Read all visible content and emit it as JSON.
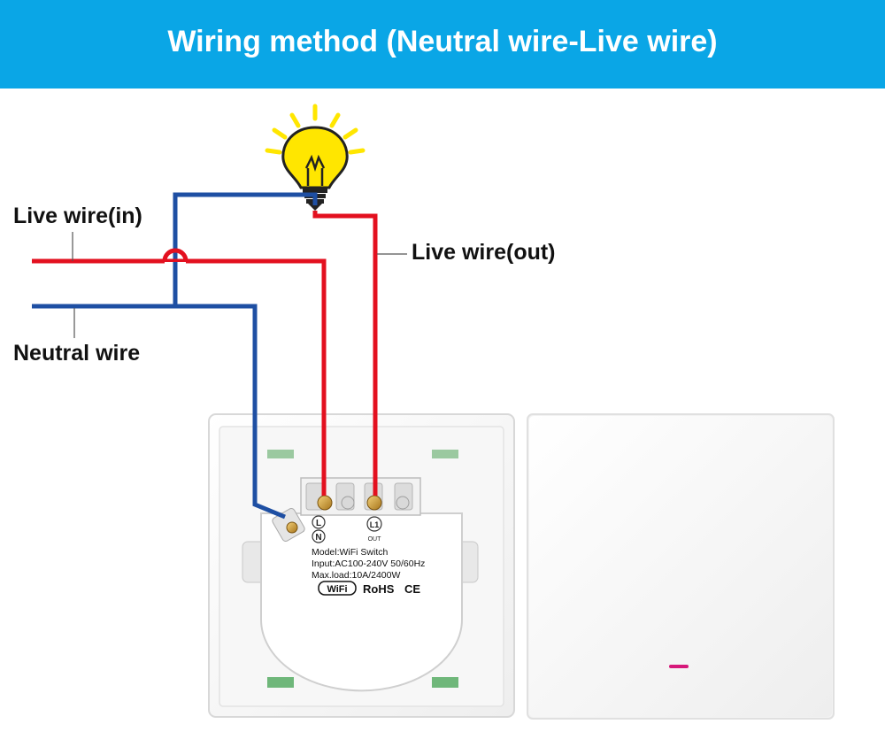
{
  "header": {
    "title": "Wiring method (Neutral wire-Live wire)"
  },
  "labels": {
    "live_in": "Live wire(in)",
    "live_out": "Live wire(out)",
    "neutral": "Neutral wire"
  },
  "switch": {
    "terminal_l": "L",
    "terminal_n": "N",
    "terminal_l1": "L1",
    "out_label": "OUT",
    "model": "Model:WiFi Switch",
    "input": "Input:AC100-240V 50/60Hz",
    "max_load": "Max.load:10A/2400W",
    "wifi_logo": "WiFi",
    "rohs": "RoHS",
    "ce": "CE"
  },
  "colors": {
    "banner": "#0aa6e6",
    "live_wire": "#e3101f",
    "neutral_wire": "#1e4fa3",
    "indicator": "#d6187a",
    "bulb": "#ffe600"
  }
}
